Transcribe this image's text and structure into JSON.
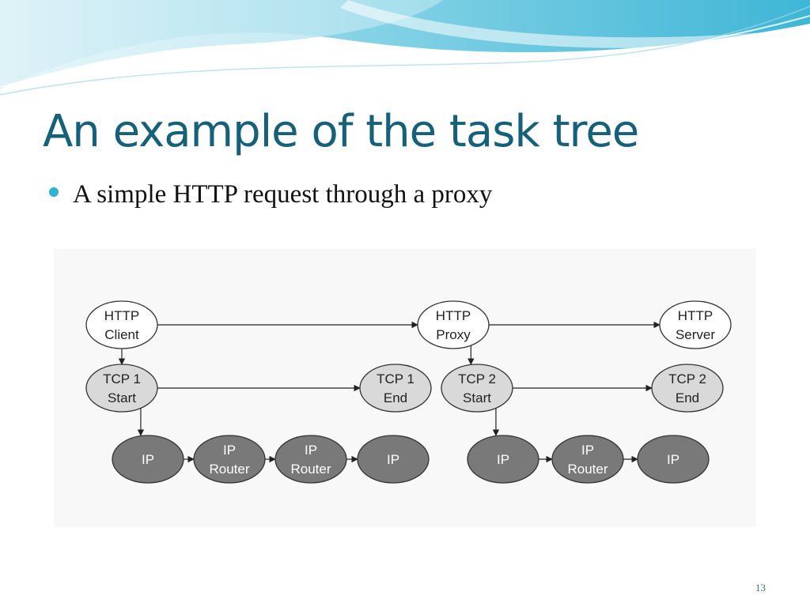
{
  "slide": {
    "title": "An example of the task tree",
    "bullet": "A simple HTTP request through a proxy",
    "page_number": "13"
  },
  "colors": {
    "title": "#17607a",
    "bullet": "#2fb3cf",
    "node_white": "#ffffff",
    "node_light": "#d9d9d9",
    "node_dark": "#797979"
  },
  "diagram": {
    "nodes": [
      {
        "id": "http-client",
        "lines": [
          "HTTP",
          "Client"
        ],
        "style": "white"
      },
      {
        "id": "http-proxy",
        "lines": [
          "HTTP",
          "Proxy"
        ],
        "style": "white"
      },
      {
        "id": "http-server",
        "lines": [
          "HTTP",
          "Server"
        ],
        "style": "white"
      },
      {
        "id": "tcp1-start",
        "lines": [
          "TCP 1",
          "Start"
        ],
        "style": "light"
      },
      {
        "id": "tcp1-end",
        "lines": [
          "TCP 1",
          "End"
        ],
        "style": "light"
      },
      {
        "id": "tcp2-start",
        "lines": [
          "TCP 2",
          "Start"
        ],
        "style": "light"
      },
      {
        "id": "tcp2-end",
        "lines": [
          "TCP 2",
          "End"
        ],
        "style": "light"
      },
      {
        "id": "ip-1",
        "lines": [
          "IP"
        ],
        "style": "dark"
      },
      {
        "id": "ip-router-1",
        "lines": [
          "IP",
          "Router"
        ],
        "style": "dark"
      },
      {
        "id": "ip-router-2",
        "lines": [
          "IP",
          "Router"
        ],
        "style": "dark"
      },
      {
        "id": "ip-2",
        "lines": [
          "IP"
        ],
        "style": "dark"
      },
      {
        "id": "ip-3",
        "lines": [
          "IP"
        ],
        "style": "dark"
      },
      {
        "id": "ip-router-3",
        "lines": [
          "IP",
          "Router"
        ],
        "style": "dark"
      },
      {
        "id": "ip-4",
        "lines": [
          "IP"
        ],
        "style": "dark"
      }
    ],
    "edges": [
      {
        "from": "http-client",
        "to": "http-proxy"
      },
      {
        "from": "http-proxy",
        "to": "http-server"
      },
      {
        "from": "http-client",
        "to": "tcp1-start"
      },
      {
        "from": "http-proxy",
        "to": "tcp2-start"
      },
      {
        "from": "tcp1-start",
        "to": "tcp1-end"
      },
      {
        "from": "tcp2-start",
        "to": "tcp2-end"
      },
      {
        "from": "tcp1-start",
        "to": "ip-1"
      },
      {
        "from": "tcp2-start",
        "to": "ip-3"
      },
      {
        "from": "ip-1",
        "to": "ip-router-1"
      },
      {
        "from": "ip-router-1",
        "to": "ip-router-2"
      },
      {
        "from": "ip-router-2",
        "to": "ip-2"
      },
      {
        "from": "ip-3",
        "to": "ip-router-3"
      },
      {
        "from": "ip-router-3",
        "to": "ip-4"
      }
    ]
  }
}
